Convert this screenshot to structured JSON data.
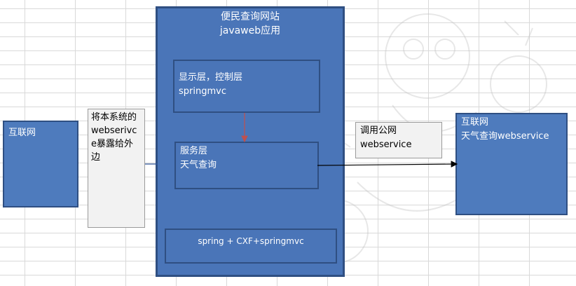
{
  "diagram": {
    "main_title_line1": "便民查询网站",
    "main_title_line2": "javaweb应用",
    "display_layer_line1": "显示层，控制层",
    "display_layer_line2": "springmvc",
    "service_layer_line1": "服务层",
    "service_layer_line2": "天气查询",
    "stack_label": "spring  + CXF+springmvc",
    "internet_left": "互联网",
    "note_left": "将本系统的webserivce暴露给外边",
    "note_right_line1": "调用公网",
    "note_right_line2": "webservice",
    "internet_right_line1": "互联网",
    "internet_right_line2": "天气查询webservice"
  },
  "colors": {
    "box_fill": "#4a75b8",
    "box_border": "#2f4f82",
    "arrow_red": "#c0504d",
    "arrow_black": "#000000",
    "arrow_blue": "#2f5597"
  }
}
